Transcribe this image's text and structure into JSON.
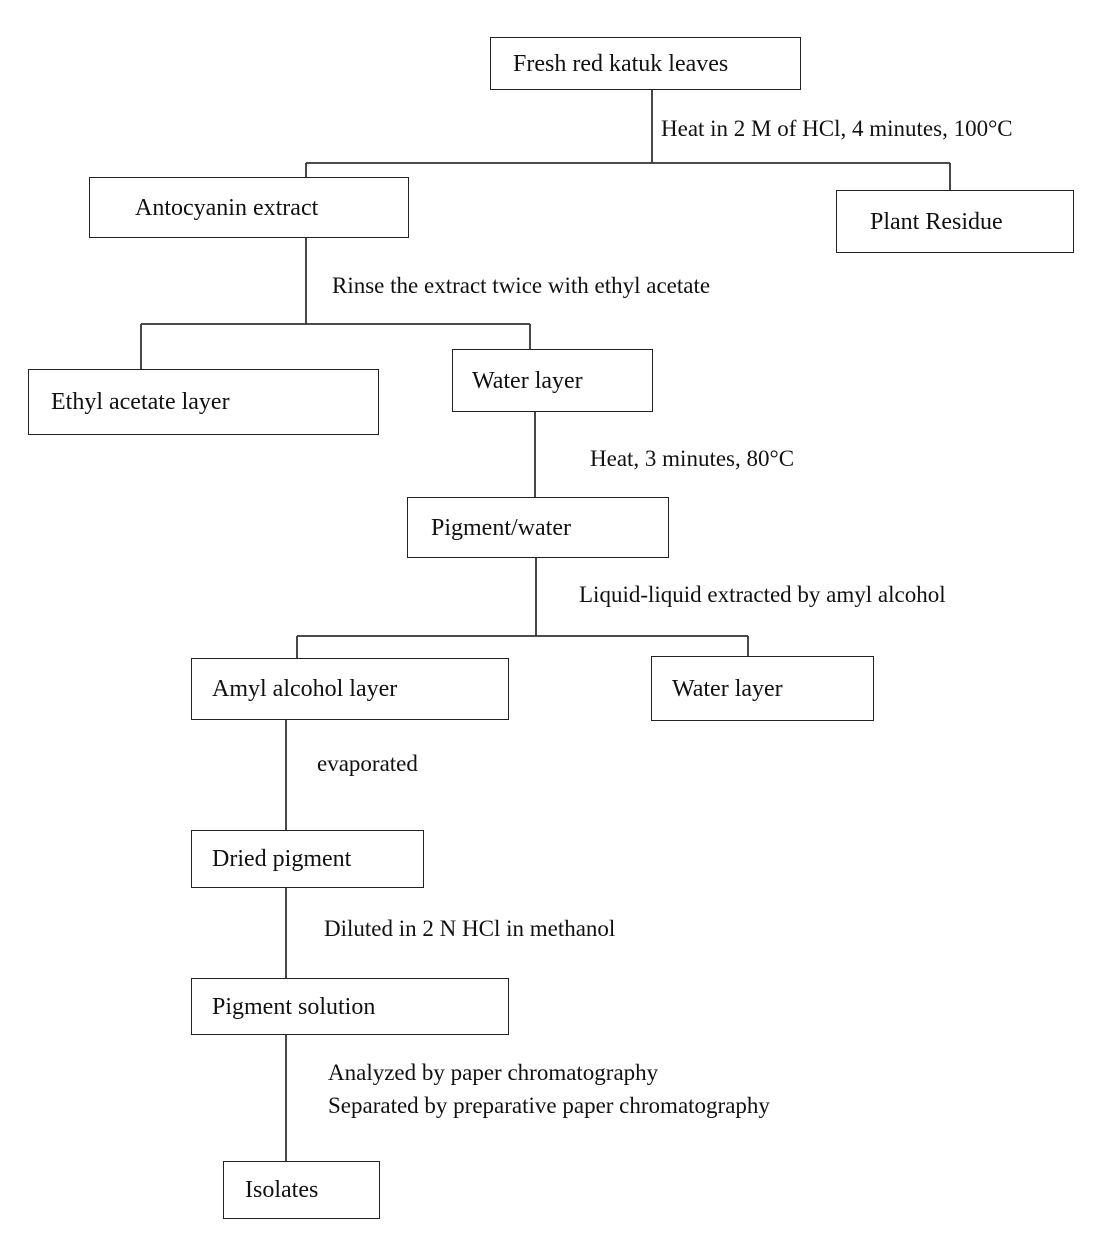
{
  "nodes": {
    "fresh_leaves": "Fresh red katuk leaves",
    "antocyanin_extract": "Antocyanin extract",
    "plant_residue": "Plant Residue",
    "ethyl_acetate_layer": "Ethyl acetate layer",
    "water_layer_1": "Water layer",
    "pigment_water": "Pigment/water",
    "amyl_alcohol_layer": "Amyl  alcohol layer",
    "water_layer_2": "Water layer",
    "dried_pigment": "Dried  pigment",
    "pigment_solution": "Pigment  solution",
    "isolates": "Isolates"
  },
  "steps": {
    "heat_hcl": "Heat in 2 M of HCl, 4 minutes, 100°C",
    "rinse": "Rinse the extract  twice with ethyl acetate",
    "heat_3min": "Heat, 3 minutes, 80°C",
    "liquid_extraction": "Liquid-liquid  extracted by amyl alcohol",
    "evaporated": "evaporated",
    "diluted": "Diluted in 2 N HCl in methanol",
    "analyzed": "Analyzed by paper chromatography",
    "separated": "Separated by preparative paper chromatography"
  }
}
